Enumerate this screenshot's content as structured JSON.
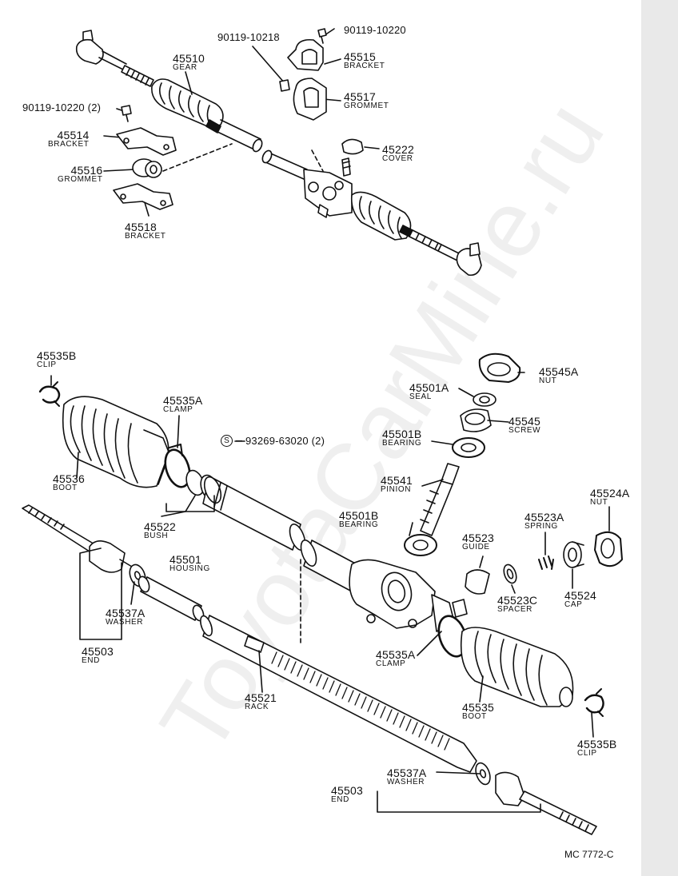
{
  "labels": [
    {
      "id": "p-45510",
      "number": "45510",
      "name": "GEAR"
    },
    {
      "id": "p-90119-10218",
      "number": "90119-10218",
      "name": ""
    },
    {
      "id": "p-90119-10220-top",
      "number": "90119-10220",
      "name": ""
    },
    {
      "id": "p-45515",
      "number": "45515",
      "name": "BRACKET"
    },
    {
      "id": "p-45517",
      "number": "45517",
      "name": "GROMMET"
    },
    {
      "id": "p-90119-10220-2",
      "number": "90119-10220 (2)",
      "name": ""
    },
    {
      "id": "p-45514",
      "number": "45514",
      "name": "BRACKET"
    },
    {
      "id": "p-45516",
      "number": "45516",
      "name": "GROMMET"
    },
    {
      "id": "p-45518",
      "number": "45518",
      "name": "BRACKET"
    },
    {
      "id": "p-45222",
      "number": "45222",
      "name": "COVER"
    },
    {
      "id": "p-45535B-top",
      "number": "45535B",
      "name": "CLIP"
    },
    {
      "id": "p-45535A-top",
      "number": "45535A",
      "name": "CLAMP"
    },
    {
      "id": "p-93269",
      "number": "93269-63020 (2)",
      "name": ""
    },
    {
      "id": "p-45536",
      "number": "45536",
      "name": "BOOT"
    },
    {
      "id": "p-45522",
      "number": "45522",
      "name": "BUSH"
    },
    {
      "id": "p-45501",
      "number": "45501",
      "name": "HOUSING"
    },
    {
      "id": "p-45545A",
      "number": "45545A",
      "name": "NUT"
    },
    {
      "id": "p-45501A",
      "number": "45501A",
      "name": "SEAL"
    },
    {
      "id": "p-45545",
      "number": "45545",
      "name": "SCREW"
    },
    {
      "id": "p-45501B-1",
      "number": "45501B",
      "name": "BEARING"
    },
    {
      "id": "p-45541",
      "number": "45541",
      "name": "PINION"
    },
    {
      "id": "p-45501B-2",
      "number": "45501B",
      "name": "BEARING"
    },
    {
      "id": "p-45524A",
      "number": "45524A",
      "name": "NUT"
    },
    {
      "id": "p-45523A",
      "number": "45523A",
      "name": "SPRING"
    },
    {
      "id": "p-45523",
      "number": "45523",
      "name": "GUIDE"
    },
    {
      "id": "p-45523C",
      "number": "45523C",
      "name": "SPACER"
    },
    {
      "id": "p-45524",
      "number": "45524",
      "name": "CAP"
    },
    {
      "id": "p-45537A-1",
      "number": "45537A",
      "name": "WASHER"
    },
    {
      "id": "p-45503-1",
      "number": "45503",
      "name": "END"
    },
    {
      "id": "p-45535A-2",
      "number": "45535A",
      "name": "CLAMP"
    },
    {
      "id": "p-45521",
      "number": "45521",
      "name": "RACK"
    },
    {
      "id": "p-45535",
      "number": "45535",
      "name": "BOOT"
    },
    {
      "id": "p-45535B-2",
      "number": "45535B",
      "name": "CLIP"
    },
    {
      "id": "p-45537A-2",
      "number": "45537A",
      "name": "WASHER"
    },
    {
      "id": "p-45503-2",
      "number": "45503",
      "name": "END"
    }
  ],
  "symbol_s": "S",
  "diagram_code": "MC  7772-C",
  "watermark": "ToyotaCarMine.ru"
}
